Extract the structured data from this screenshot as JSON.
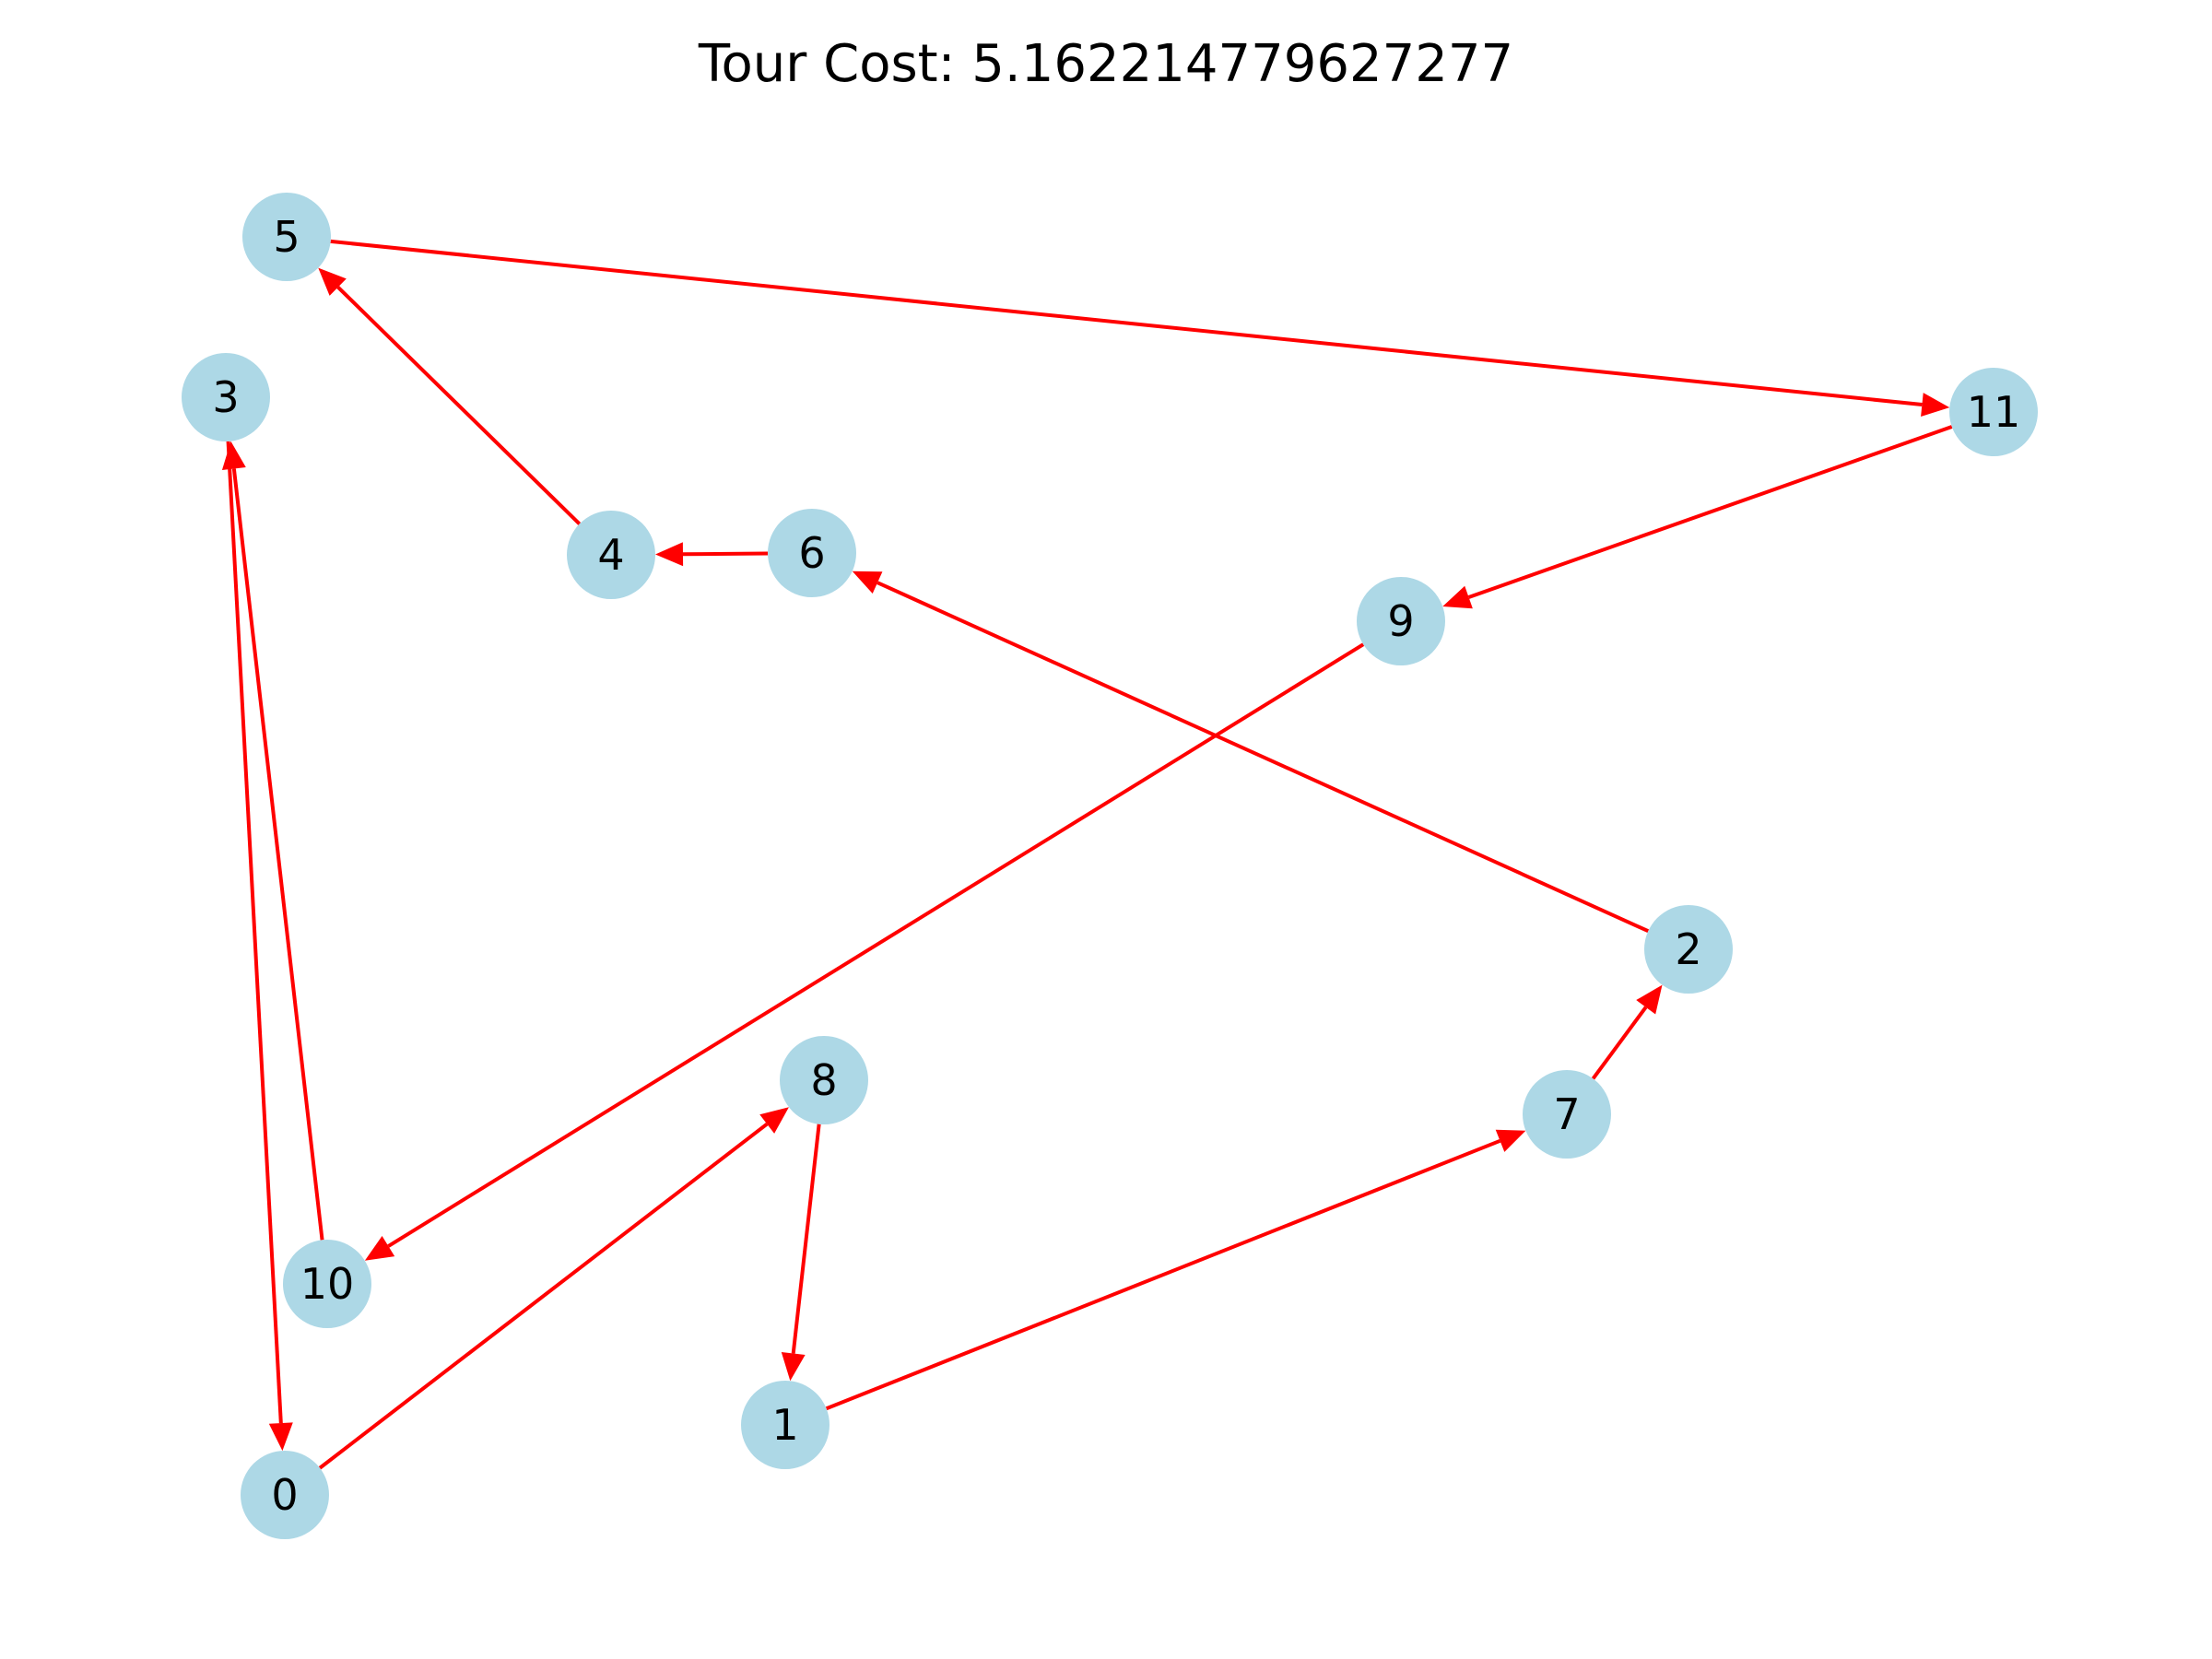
{
  "title": "Tour Cost: 5.162214779627277",
  "colors": {
    "node_fill": "#add8e6",
    "edge": "#ff0000",
    "label": "#000000",
    "background": "#ffffff"
  },
  "graph": {
    "directed": true,
    "nodes": [
      {
        "id": "0",
        "label": "0"
      },
      {
        "id": "1",
        "label": "1"
      },
      {
        "id": "2",
        "label": "2"
      },
      {
        "id": "3",
        "label": "3"
      },
      {
        "id": "4",
        "label": "4"
      },
      {
        "id": "5",
        "label": "5"
      },
      {
        "id": "6",
        "label": "6"
      },
      {
        "id": "7",
        "label": "7"
      },
      {
        "id": "8",
        "label": "8"
      },
      {
        "id": "9",
        "label": "9"
      },
      {
        "id": "10",
        "label": "10"
      },
      {
        "id": "11",
        "label": "11"
      }
    ],
    "edges": [
      {
        "from": "0",
        "to": "8"
      },
      {
        "from": "8",
        "to": "1"
      },
      {
        "from": "1",
        "to": "7"
      },
      {
        "from": "7",
        "to": "2"
      },
      {
        "from": "2",
        "to": "6"
      },
      {
        "from": "6",
        "to": "4"
      },
      {
        "from": "4",
        "to": "5"
      },
      {
        "from": "5",
        "to": "11"
      },
      {
        "from": "11",
        "to": "9"
      },
      {
        "from": "9",
        "to": "10"
      },
      {
        "from": "10",
        "to": "3"
      },
      {
        "from": "3",
        "to": "0"
      }
    ]
  }
}
